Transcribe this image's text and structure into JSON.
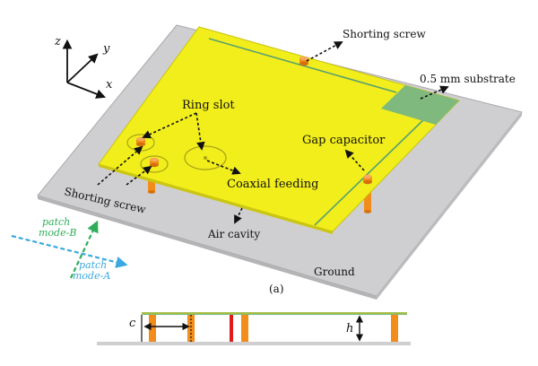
{
  "axes": {
    "z": "z",
    "y": "y",
    "x": "x"
  },
  "labels": {
    "shorting_screw_top": "Shorting screw",
    "substrate": "0.5 mm substrate",
    "ring_slot": "Ring slot",
    "gap_capacitor": "Gap capacitor",
    "coaxial_feeding": "Coaxial feeding",
    "shorting_screw_left": "Shorting screw",
    "air_cavity": "Air cavity",
    "ground": "Ground",
    "caption": "(a)",
    "mode_b_line1": "patch",
    "mode_b_line2": "mode-B",
    "mode_a_line1": "patch",
    "mode_a_line2": "mode-A",
    "dim_c": "c",
    "dim_h": "h"
  },
  "colors": {
    "ground": "#cfcfd1",
    "patch": "#f2ee1c",
    "substrate": "#7fb97d",
    "screw": "#f28c1a",
    "feed": "#e01b1b",
    "mode_b": "#2fae5a",
    "mode_a": "#3aa9df"
  }
}
